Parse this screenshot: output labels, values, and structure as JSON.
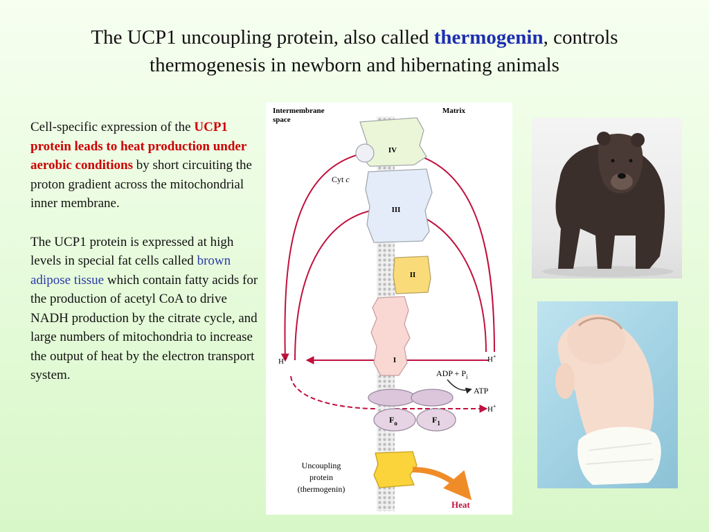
{
  "slide": {
    "title_pre": "The UCP1 uncoupling protein, also called ",
    "title_accent": "thermogenin",
    "title_mid": ", controls",
    "title_line2": "thermogenesis in newborn and hibernating animals"
  },
  "paragraph1": {
    "lead": "Cell-specific expression of the",
    "highlight": "UCP1 protein leads to heat production under aerobic conditions",
    "rest": " by short circuiting the proton gradient across the mitochondrial inner membrane."
  },
  "paragraph2": {
    "lead": "The UCP1 protein is expressed at high levels in special fat cells called ",
    "highlight": "brown adipose tissue",
    "rest": " which contain fatty acids for the production of acetyl CoA to drive NADH production by the citrate cycle, and large numbers of mitochondria to increase the output of heat by the electron transport system."
  },
  "diagram": {
    "intermembrane_label_1": "Intermembrane",
    "intermembrane_label_2": "space",
    "matrix_label": "Matrix",
    "complex_iv": "IV",
    "cyt_c": "Cyt",
    "cyt_c_italic": "c",
    "complex_iii": "III",
    "complex_ii": "II",
    "complex_i": "I",
    "h_plus_left": "H",
    "h_plus_right": "H",
    "h_plus_right_lower": "H",
    "plus_sign": "+",
    "adp": "ADP + P",
    "adp_sub": "i",
    "atp": "ATP",
    "fo": "F",
    "fo_sub": "o",
    "f1": "F",
    "f1_sub": "1",
    "uncoupling_1": "Uncoupling",
    "uncoupling_2": "protein",
    "uncoupling_3": "(thermogenin)",
    "heat": "Heat"
  },
  "colors": {
    "title_accent": "#1c2fb0",
    "highlight_red": "#cc0000",
    "highlight_blue": "#2a3aa8",
    "arrow_crimson": "#c0103e",
    "heat_orange": "#f08c28"
  }
}
